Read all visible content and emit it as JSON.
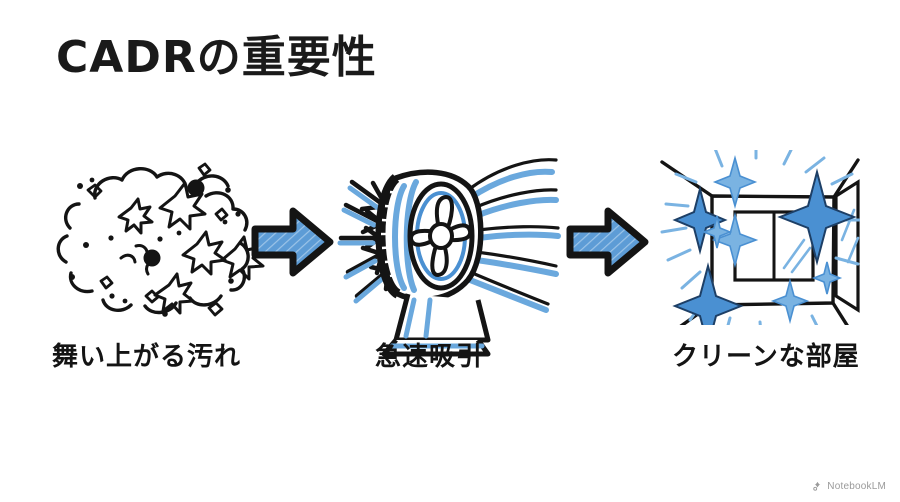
{
  "page": {
    "background_color": "#ffffff",
    "title": "CADRの重要性"
  },
  "theme": {
    "ink": "#141414",
    "accent_blue": "#4a90d2",
    "accent_blue_light": "#7ab3e2",
    "watermark_gray": "#9a9a9a"
  },
  "panels": [
    {
      "id": "dust",
      "caption": "舞い上がる汚れ",
      "illustration": "dust-cloud-illustration"
    },
    {
      "id": "fan",
      "caption": "急速吸引",
      "illustration": "fan-air-purifier-illustration"
    },
    {
      "id": "room",
      "caption": "クリーンな部屋",
      "illustration": "clean-room-illustration"
    }
  ],
  "connectors": [
    {
      "id": "arrow-1",
      "icon": "right-arrow-icon"
    },
    {
      "id": "arrow-2",
      "icon": "right-arrow-icon"
    }
  ],
  "watermark": {
    "icon": "notebooklm-logo-icon",
    "label": "NotebookLM"
  }
}
